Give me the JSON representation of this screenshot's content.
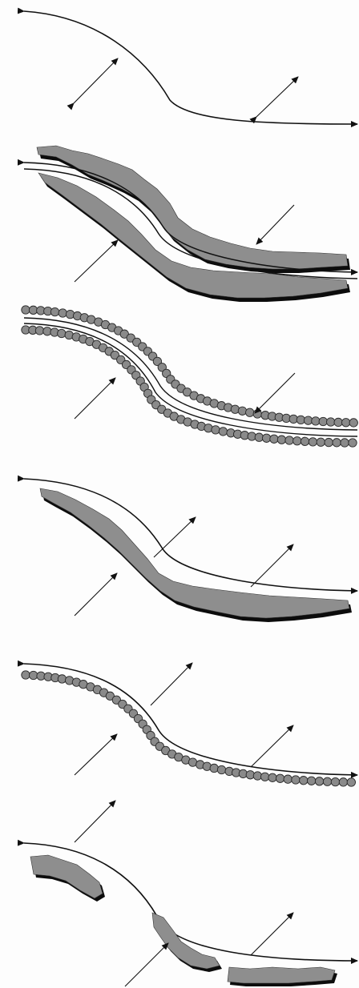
{
  "colors": {
    "line": "#111111",
    "background": "#fdfdfd",
    "blob_fill": "#8e8e8e",
    "blob_shadow": "#0c0c0c",
    "bead_fill": "#8a8a8a",
    "bead_stroke": "#2a2a2a"
  },
  "panels": [
    {
      "name": "panel-1",
      "curves": "single",
      "deposits": "none",
      "arrows": "inward-and-outward"
    },
    {
      "name": "panel-2",
      "curves": "double",
      "deposits": "continuous-layers-both-sides",
      "arrows": "inward"
    },
    {
      "name": "panel-3",
      "curves": "double",
      "deposits": "bead-chains-both-sides",
      "arrows": "inward"
    },
    {
      "name": "panel-4",
      "curves": "single",
      "deposits": "continuous-layer-below",
      "arrows": "mixed"
    },
    {
      "name": "panel-5",
      "curves": "single",
      "deposits": "bead-chain-below",
      "arrows": "mixed"
    },
    {
      "name": "panel-6",
      "curves": "single",
      "deposits": "separated-islands",
      "arrows": "mixed"
    }
  ]
}
